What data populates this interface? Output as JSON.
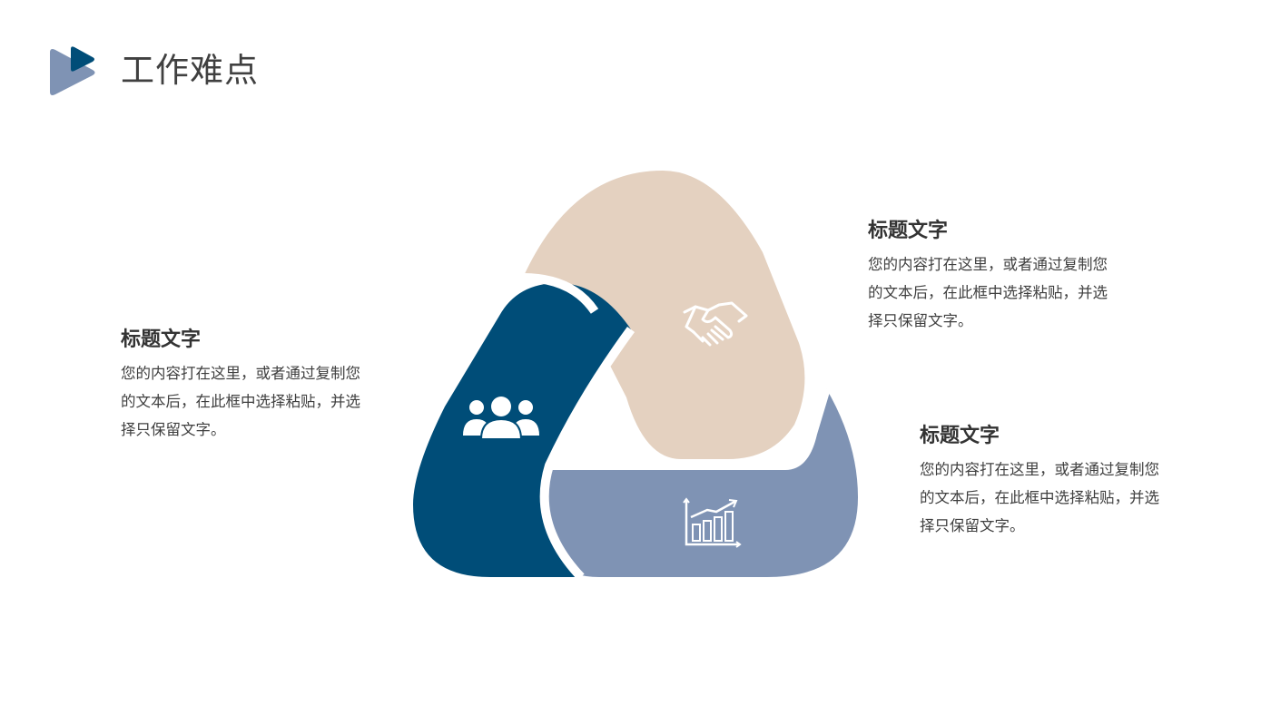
{
  "page": {
    "title": "工作难点"
  },
  "colors": {
    "navy": "#004D78",
    "beige": "#E4D1C0",
    "slate": "#7F93B4",
    "logo_light": "#7F93B4",
    "logo_dark": "#004D78"
  },
  "diagram": {
    "segments": [
      {
        "name": "people-segment",
        "color": "#004D78",
        "icon": "people-group-icon"
      },
      {
        "name": "handshake-segment",
        "color": "#E4D1C0",
        "icon": "handshake-icon"
      },
      {
        "name": "growth-segment",
        "color": "#7F93B4",
        "icon": "bar-chart-growth-icon"
      }
    ]
  },
  "blocks": {
    "left": {
      "heading": "标题文字",
      "lines": [
        "您的内容打在这里，或者通过复制您",
        "的文本后，在此框中选择粘贴，并选",
        "择只保留文字。"
      ]
    },
    "right_top": {
      "heading": "标题文字",
      "lines": [
        "您的内容打在这里，或者通过复制您",
        "的文本后，在此框中选择粘贴，并选",
        "择只保留文字。"
      ]
    },
    "right_bottom": {
      "heading": "标题文字",
      "lines": [
        "您的内容打在这里，或者通过复制您",
        "的文本后，在此框中选择粘贴，并选",
        "择只保留文字。"
      ]
    }
  }
}
